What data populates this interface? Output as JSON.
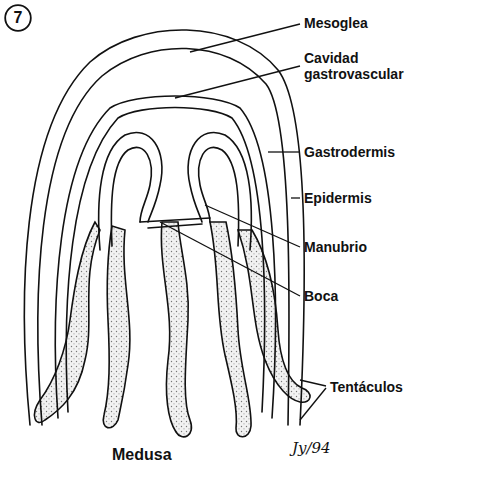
{
  "diagram": {
    "nodes": [
      {
        "text": [
          "7"
        ]
      }
    ],
    "labels": [
      "Mesoglea",
      "Cavidad gastrovascular",
      "Gastrodermis",
      "Epidermis",
      "Manubrio",
      "Boca",
      "Tentáculos",
      "Medusa",
      "Jy/94"
    ]
  }
}
